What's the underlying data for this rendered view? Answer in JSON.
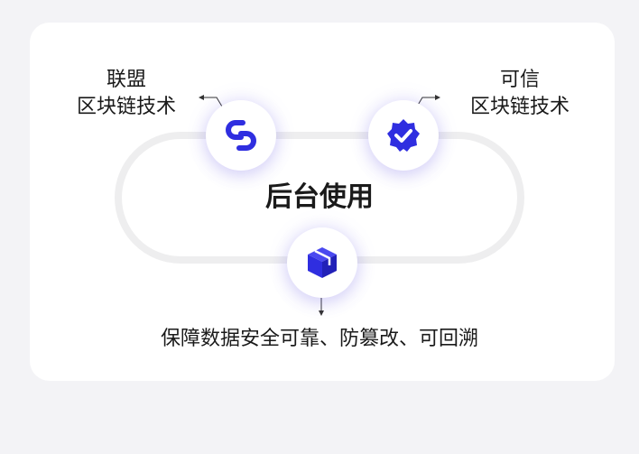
{
  "diagram": {
    "center_title": "后台使用",
    "left_label": [
      "联盟",
      "区块链技术"
    ],
    "right_label": [
      "可信",
      "区块链技术"
    ],
    "bottom_caption": "保障数据安全可靠、防篡改、可回溯",
    "nodes": {
      "left_icon": "chain-link-icon",
      "right_icon": "verified-badge-icon",
      "bottom_icon": "cube-icon"
    },
    "colors": {
      "accent": "#2f2ee0",
      "track": "#eeeeef",
      "text": "#1a1a1a",
      "background": "#f3f3f6",
      "card": "#ffffff"
    }
  }
}
